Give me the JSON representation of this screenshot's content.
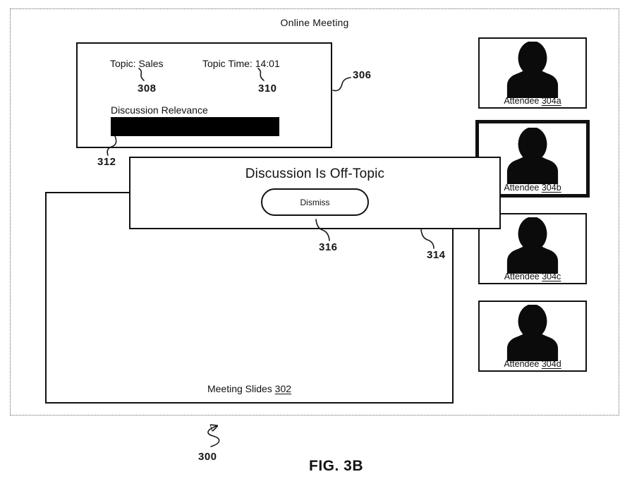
{
  "header": {
    "title": "Online Meeting"
  },
  "topic_panel": {
    "ref": "306",
    "topic": "Topic: Sales",
    "topic_ref": "308",
    "time": "Topic Time: 14:01",
    "time_ref": "310",
    "relevance_label": "Discussion Relevance",
    "relevance_ref": "312"
  },
  "dialog": {
    "ref": "314",
    "title": "Discussion Is Off-Topic",
    "dismiss_label": "Dismiss",
    "dismiss_ref": "316"
  },
  "slides": {
    "label": "Meeting Slides ",
    "ref": "302"
  },
  "attendees": [
    {
      "label": "Attendee ",
      "ref": "304a",
      "highlighted": false
    },
    {
      "label": "Attendee ",
      "ref": "304b",
      "highlighted": true
    },
    {
      "label": "Attendee ",
      "ref": "304c",
      "highlighted": false
    },
    {
      "label": "Attendee ",
      "ref": "304d",
      "highlighted": false
    }
  ],
  "figure": {
    "pointer_ref": "300",
    "caption": "FIG. 3B"
  },
  "colors": {
    "ink": "#111111",
    "bar_fill": "#000000",
    "background": "#ffffff"
  }
}
